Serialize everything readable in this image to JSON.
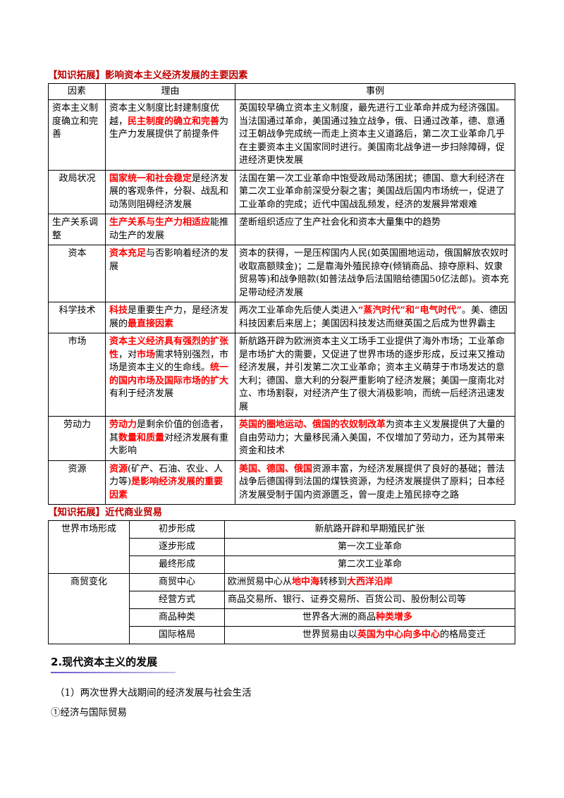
{
  "section1": {
    "heading": "【知识拓展】影响资本主义经济发展的主要因素",
    "headers": [
      "因素",
      "理由",
      "事例"
    ],
    "rows": [
      {
        "factor": "资本主义制度确立和完善",
        "reason": [
          {
            "t": "资本主义制度比封建制度优越，"
          },
          {
            "t": "民主制度的确立和完善",
            "h": true
          },
          {
            "t": "为生产力发展提供了前提条件"
          }
        ],
        "example": [
          {
            "t": "英国较早确立资本主义制度，最先进行工业革命并成为经济强国。当法国通过革命，美国通过独立战争，俄、日通过改革，德、意通过王朝战争完成统一而走上资本主义道路后，第二次工业革命几乎在主要资本主义国家同时进行。美国南北战争进一步扫除障碍，促进经济更快发展"
          }
        ]
      },
      {
        "factor": "政局状况",
        "reason": [
          {
            "t": "国家统一和社会稳定",
            "h": true
          },
          {
            "t": "是经济发展的客观条件，分裂、战乱和动荡则阻碍经济发展"
          }
        ],
        "example": [
          {
            "t": "法国在第一次工业革命中饱受政局动荡困扰；德国、意大利经济在第二次工业革命前深受分裂之害；美国战后国内市场统一，促进了工业革命的完成；近代中国战乱频发，经济的发展异常艰难"
          }
        ]
      },
      {
        "factor": "生产关系调整",
        "reason": [
          {
            "t": "生产关系与生产力相适应",
            "h": true
          },
          {
            "t": "能推动生产的发展"
          }
        ],
        "example": [
          {
            "t": "垄断组织适应了生产社会化和资本大量集中的趋势"
          }
        ]
      },
      {
        "factor": "资本",
        "reason": [
          {
            "t": "资本充足",
            "h": true
          },
          {
            "t": "与否影响着经济的发展"
          }
        ],
        "example": [
          {
            "t": "资本的获得，一是压榨国内人民(如英国圈地运动，俄国解放农奴时收取高额赎金)；二是靠海外殖民掠夺(倾销商品、掠夺原料、奴隶贸易等)和战争赔款(如普法战争后法国赔给德国50亿法郎)。资本充足带动经济发展"
          }
        ]
      },
      {
        "factor": "科学技术",
        "reason": [
          {
            "t": "科技",
            "h": true
          },
          {
            "t": "是重要生产力，是经济发展的"
          },
          {
            "t": "最直接因素",
            "h": true
          }
        ],
        "example": [
          {
            "t": "两次工业革命先后使人类进入"
          },
          {
            "t": "“蒸汽时代”和“电气时代”",
            "h": true
          },
          {
            "t": "。美、德因科技因素后来居上；美国因科技发达而继英国之后成为世界霸主"
          }
        ]
      },
      {
        "factor": "市场",
        "reason": [
          {
            "t": "资本主义经济具有强烈的扩张性",
            "h": true
          },
          {
            "t": "，对"
          },
          {
            "t": "市场",
            "h": true
          },
          {
            "t": "需求特别强烈，市场是资本主义的生命线。"
          },
          {
            "t": "统一的国内市场及国际市场的扩大",
            "h": true
          },
          {
            "t": "有利于经济发展"
          }
        ],
        "example": [
          {
            "t": "新航路开辟为欧洲资本主义工场手工业提供了海外市场；工业革命是市场扩大的需要，又促进了世界市场的逐步形成，反过来又推动经济发展，并引发第二次工业革命；资本主义萌芽于市场发达的意大利；德国、意大利的分裂严重影响了经济发展；美国一度南北对立、市场割裂，对经济产生了很大消极影响，而统一后经济迅速发展"
          }
        ]
      },
      {
        "factor": "劳动力",
        "reason": [
          {
            "t": "劳动力",
            "h": true
          },
          {
            "t": "是剩余价值的创造者，其"
          },
          {
            "t": "数量和质量",
            "h": true
          },
          {
            "t": "对经济发展有重大影响"
          }
        ],
        "example": [
          {
            "t": "英国的圈地运动、俄国的农奴制改革",
            "h": true
          },
          {
            "t": "为资本主义发展提供了大量的自由劳动力；大量移民涌入美国，不仅增加了劳动力，还为其带来资金和技术"
          }
        ]
      },
      {
        "factor": "资源",
        "reason": [
          {
            "t": "资源",
            "h": true
          },
          {
            "t": "(矿产、石油、农业、人力等)"
          },
          {
            "t": "是影响经济发展的重要因素",
            "h": true
          }
        ],
        "example": [
          {
            "t": "美国、德国、俄国",
            "h": true
          },
          {
            "t": "资源丰富，为经济发展提供了良好的基础；普法战争后德国得到法国的煤铁资源，为经济发展提供了原料；日本经济发展受制于国内资源匮乏，曾一度走上殖民掠夺之路"
          }
        ]
      }
    ]
  },
  "section2": {
    "heading": "【知识拓展】近代商业贸易",
    "groups": [
      {
        "label": "世界市场形成",
        "rows": [
          {
            "sub": "初步形成",
            "detail": [
              {
                "t": "新航路开辟和早期殖民扩张"
              }
            ]
          },
          {
            "sub": "逐步形成",
            "detail": [
              {
                "t": "第一次工业革命"
              }
            ]
          },
          {
            "sub": "最终形成",
            "detail": [
              {
                "t": "第二次工业革命"
              }
            ]
          }
        ]
      },
      {
        "label": "商贸变化",
        "rows": [
          {
            "sub": "商贸中心",
            "detail": [
              {
                "t": "欧洲贸易中心从"
              },
              {
                "t": "地中海",
                "h": true
              },
              {
                "t": "转移到"
              },
              {
                "t": "大西洋沿岸",
                "h": true
              }
            ]
          },
          {
            "sub": "经营方式",
            "detail": [
              {
                "t": "商品交易所、银行、证券交易所、百货公司、股份制公司等"
              }
            ]
          },
          {
            "sub": "商品种类",
            "detail": [
              {
                "t": "世界各大洲的商品"
              },
              {
                "t": "种类增多",
                "h": true
              }
            ]
          },
          {
            "sub": "国际格局",
            "detail": [
              {
                "t": "世界贸易由以"
              },
              {
                "t": "英国为中心向多中心",
                "h": true
              },
              {
                "t": "的格局变迁"
              }
            ]
          }
        ]
      }
    ]
  },
  "section3": {
    "title": "2.现代资本主义的发展",
    "para1": "（1）两次世界大战期间的经济发展与社会生活",
    "para2": "①经济与国际贸易"
  }
}
